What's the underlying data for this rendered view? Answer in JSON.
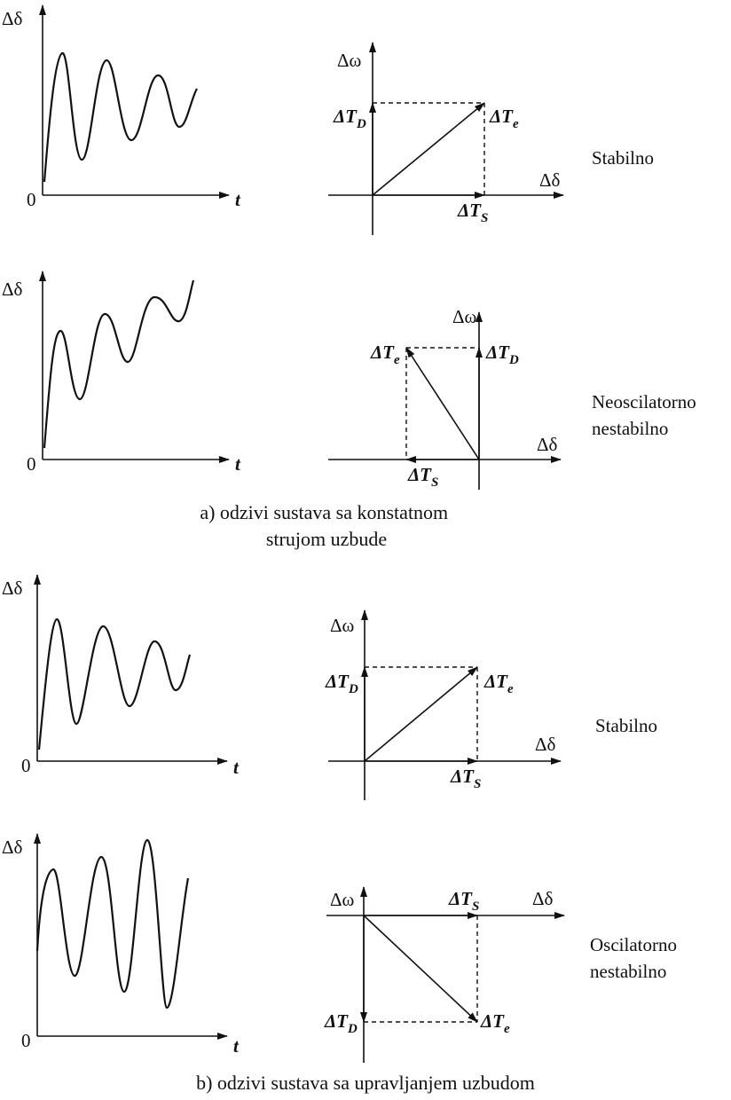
{
  "symbols": {
    "delta_delta": "Δδ",
    "delta_omega": "Δω",
    "time": "t",
    "zero": "0",
    "delta_T": "ΔT",
    "sub_D": "D",
    "sub_e": "e",
    "sub_S": "S"
  },
  "panels": [
    {
      "verdict_lines": [
        "Stabilno"
      ]
    },
    {
      "verdict_lines": [
        "Neoscilatorno",
        "nestabilno"
      ]
    },
    {
      "verdict_lines": [
        "Stabilno"
      ]
    },
    {
      "verdict_lines": [
        "Oscilatorno",
        "nestabilno"
      ]
    }
  ],
  "captions": {
    "a": [
      "a) odzivi sustava sa konstatnom",
      "strujom uzbude"
    ],
    "b": [
      "b) odzivi sustava sa upravljanjem uzbudom"
    ]
  }
}
